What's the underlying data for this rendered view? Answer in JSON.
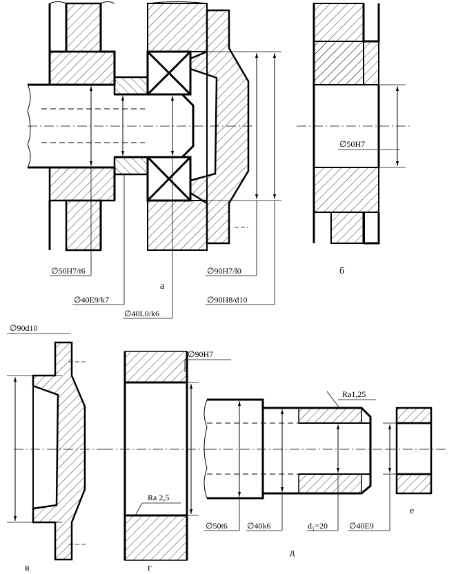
{
  "dimensions": {
    "a_d50H7t6": "∅50H7/t6",
    "a_d40E9k7": "∅40E9/k7",
    "a_d40L0k6": "∅40L0/k6",
    "a_d90H7l0": "∅90H7/l0",
    "a_d90H8d10": "∅90H8/d10",
    "b_d50H7": "∅50H7",
    "v_d90d10": "∅90d10",
    "g_d90H7": "∅90H7",
    "g_ra": "Ra 2,5",
    "d_ra": "Ra1,25",
    "d_d50t6": "∅50t6",
    "d_d40k6": "∅40k6",
    "d_d1": "d₁=20",
    "e_d40E9": "∅40E9"
  },
  "views": {
    "a": "а",
    "b": "б",
    "v": "в",
    "g": "г",
    "d": "д",
    "e": "е"
  }
}
